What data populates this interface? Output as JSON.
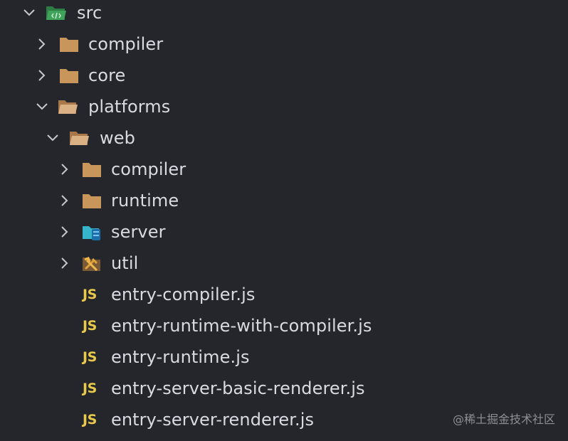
{
  "tree": {
    "src": {
      "label": "src",
      "icon": "src-folder-open-icon",
      "expanded": true
    },
    "compiler": {
      "label": "compiler",
      "icon": "folder-icon",
      "expanded": false
    },
    "core": {
      "label": "core",
      "icon": "folder-icon",
      "expanded": false
    },
    "platforms": {
      "label": "platforms",
      "icon": "folder-open-icon",
      "expanded": true
    },
    "web": {
      "label": "web",
      "icon": "folder-open-icon",
      "expanded": true
    },
    "web_compiler": {
      "label": "compiler",
      "icon": "folder-icon",
      "expanded": false
    },
    "web_runtime": {
      "label": "runtime",
      "icon": "folder-icon",
      "expanded": false
    },
    "web_server": {
      "label": "server",
      "icon": "server-folder-icon",
      "expanded": false
    },
    "web_util": {
      "label": "util",
      "icon": "util-folder-icon",
      "expanded": false
    },
    "files": [
      {
        "label": "entry-compiler.js",
        "badge": "JS"
      },
      {
        "label": "entry-runtime-with-compiler.js",
        "badge": "JS"
      },
      {
        "label": "entry-runtime.js",
        "badge": "JS"
      },
      {
        "label": "entry-server-basic-renderer.js",
        "badge": "JS"
      },
      {
        "label": "entry-server-renderer.js",
        "badge": "JS"
      }
    ]
  },
  "colors": {
    "background": "#24262b",
    "text": "#d8dbe1",
    "folder": "#c8955a",
    "js_badge": "#e9c94a",
    "src_folder": "#3fa45a",
    "server_folder": "#35b5c9"
  },
  "watermark": "@稀土掘金技术社区"
}
